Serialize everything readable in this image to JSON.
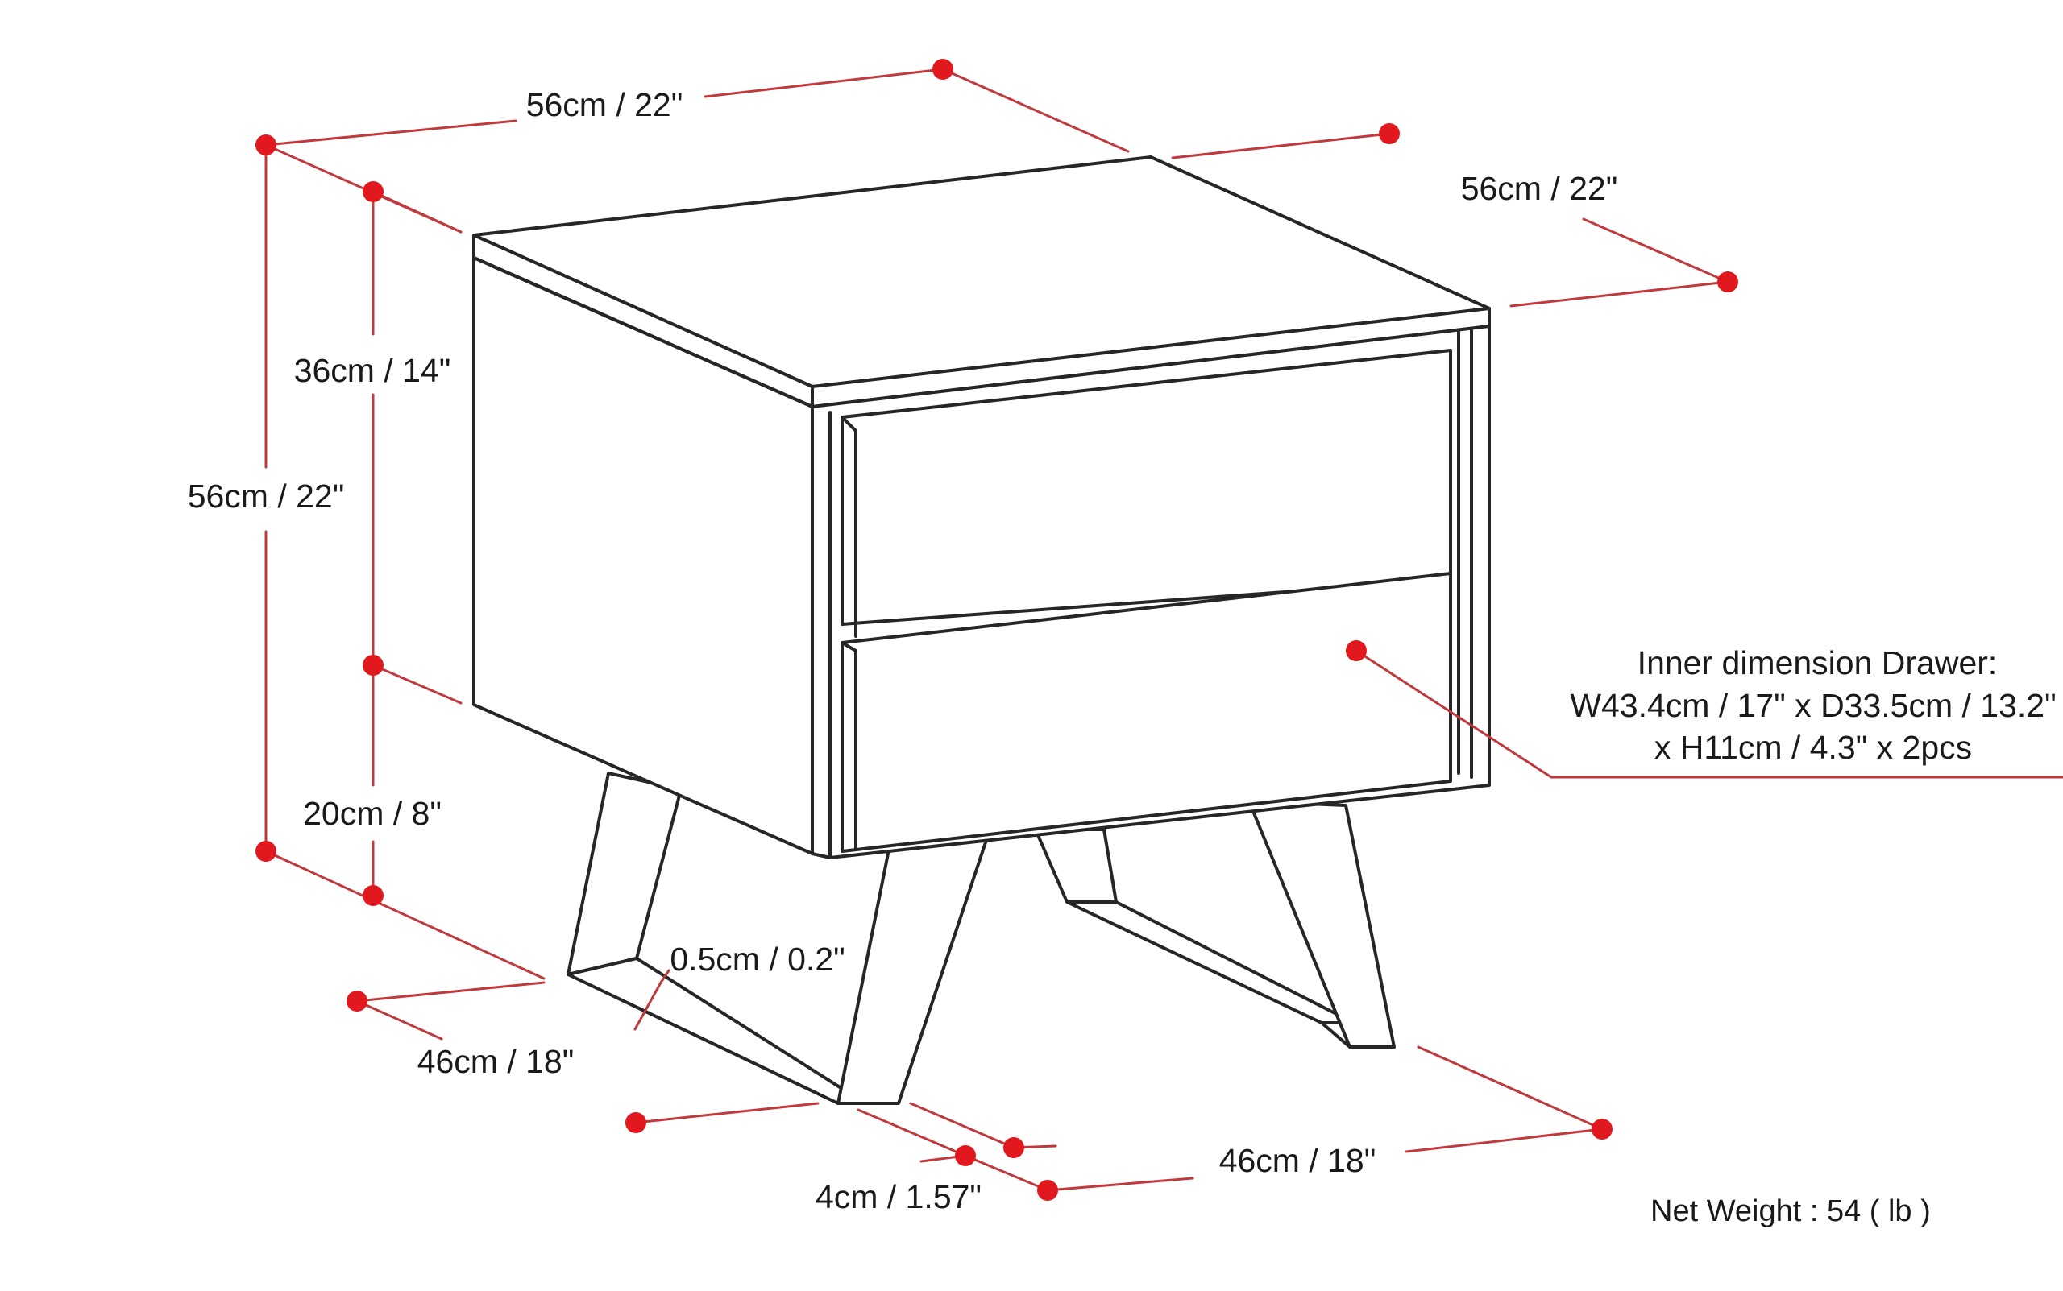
{
  "labels": {
    "top_width": "56cm / 22\"",
    "top_depth": "56cm / 22\"",
    "cabinet_height": "36cm / 14\"",
    "total_height": "56cm / 22\"",
    "leg_height": "20cm / 8\"",
    "leg_thickness": "0.5cm / 0.2\"",
    "leg_depth": "46cm / 18\"",
    "leg_width": "4cm / 1.57\"",
    "leg_span": "46cm / 18\"",
    "drawer_line1": "Inner dimension Drawer:",
    "drawer_line2": "W43.4cm / 17\" x D33.5cm / 13.2\"",
    "drawer_line3": "x H11cm / 4.3\" x 2pcs",
    "net_weight": "Net Weight : 54 ( lb )"
  },
  "colors": {
    "dimension_line": "#c0393d",
    "dimension_dot": "#e2181f",
    "outline": "#262626",
    "background": "#ffffff"
  }
}
